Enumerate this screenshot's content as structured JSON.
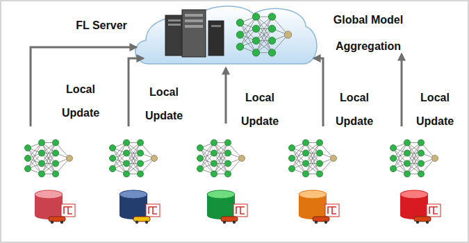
{
  "diagram": {
    "nodes": [
      {
        "text": [
          "FL Server",
          "Global Model Aggregation"
        ]
      }
    ],
    "labels": [
      "Local Update",
      "Local Update",
      "Local Update",
      "Local Update",
      "Local Update"
    ]
  }
}
